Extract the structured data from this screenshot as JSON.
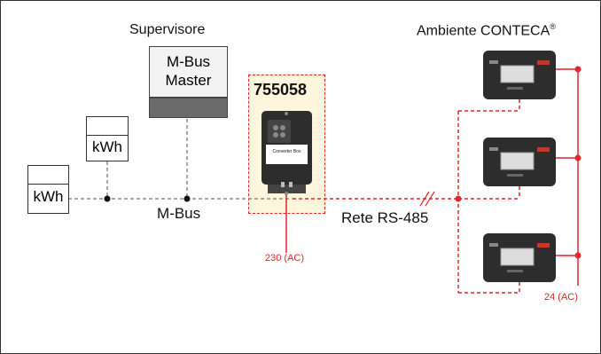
{
  "labels": {
    "supervisor": "Supervisore",
    "ambient": "Ambiente CONTECA",
    "ambient_mark": "®",
    "device_id": "755058",
    "master_line1": "M-Bus",
    "master_line2": "Master",
    "meter1": "kWh",
    "meter2": "kWh",
    "converter_text": "Converter Box",
    "bus": "M-Bus",
    "network": "Rete RS-485",
    "power_converter": "230 (AC)",
    "power_devices": "24 (AC)"
  },
  "colors": {
    "rs485": "#e4252a",
    "mbus": "#8a8a8a",
    "device_body": "#2d2d2d",
    "converter_bg": "#fdf6dc"
  }
}
